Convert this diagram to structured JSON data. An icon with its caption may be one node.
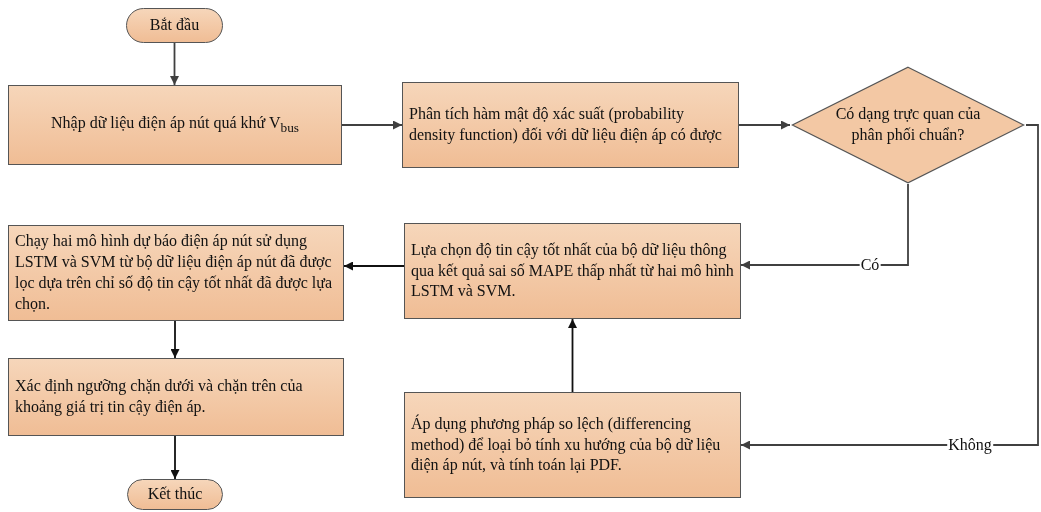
{
  "diagram": {
    "nodes": [
      {
        "text": [
          "Bắt đầu"
        ]
      },
      {
        "text": [
          "Nhập dữ liệu điện áp nút quá khứ V$_{bus}$"
        ]
      },
      {
        "text": [
          "Phân tích hàm mật độ xác suất (probability density function) đối với dữ liệu điện áp có được"
        ]
      },
      {
        "text": [
          "Có dạng trực quan của phân phối chuẩn?"
        ]
      },
      {
        "text": [
          "Chạy hai mô hình dự báo điện áp nút sử dụng LSTM và SVM từ bộ dữ liệu điện áp nút đã được lọc dựa trên chỉ số độ tin cậy tốt nhất đã được lựa chọn."
        ]
      },
      {
        "text": [
          "Lựa chọn độ tin cậy tốt nhất của bộ dữ liệu thông qua kết quả sai số MAPE thấp nhất từ hai mô hình LSTM và SVM."
        ]
      },
      {
        "text": [
          "Áp dụng phương pháp so lệch (differencing method) để loại bỏ tính xu hướng của bộ dữ liệu điện áp nút, và tính toán lại PDF."
        ]
      },
      {
        "text": [
          "Xác định ngưỡng chặn dưới và chặn trên của khoảng giá trị tin cậy điện áp."
        ]
      },
      {
        "text": [
          "Kết thúc"
        ]
      }
    ],
    "edges": [
      {
        "from": 0,
        "to": 1,
        "arrow": "to"
      },
      {
        "from": 1,
        "to": 2,
        "arrow": "to"
      },
      {
        "from": 2,
        "to": 3,
        "arrow": "to"
      },
      {
        "from": 3,
        "to": 5,
        "arrow": "to",
        "label": "Có"
      },
      {
        "from": 3,
        "to": 6,
        "arrow": "to",
        "label": "Không"
      },
      {
        "from": 6,
        "to": 5,
        "arrow": "to"
      },
      {
        "from": 5,
        "to": 4,
        "arrow": "to"
      },
      {
        "from": 4,
        "to": 7,
        "arrow": "to"
      },
      {
        "from": 7,
        "to": 8,
        "arrow": "to"
      }
    ]
  }
}
